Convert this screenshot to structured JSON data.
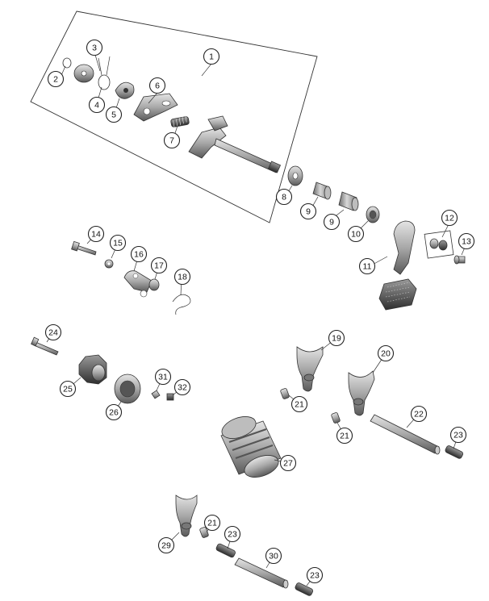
{
  "callouts": {
    "c1": "1",
    "c2": "2",
    "c3": "3",
    "c4": "4",
    "c5": "5",
    "c6": "6",
    "c7": "7",
    "c8": "8",
    "c9a": "9",
    "c9b": "9",
    "c10": "10",
    "c11": "11",
    "c12": "12",
    "c13": "13",
    "c14": "14",
    "c15": "15",
    "c16": "16",
    "c17": "17",
    "c18": "18",
    "c19": "19",
    "c20": "20",
    "c21a": "21",
    "c21b": "21",
    "c21c": "21",
    "c22": "22",
    "c23a": "23",
    "c23b": "23",
    "c23c": "23",
    "c24": "24",
    "c25": "25",
    "c26": "26",
    "c27": "27",
    "c29": "29",
    "c30": "30",
    "c31": "31",
    "c32": "32"
  }
}
